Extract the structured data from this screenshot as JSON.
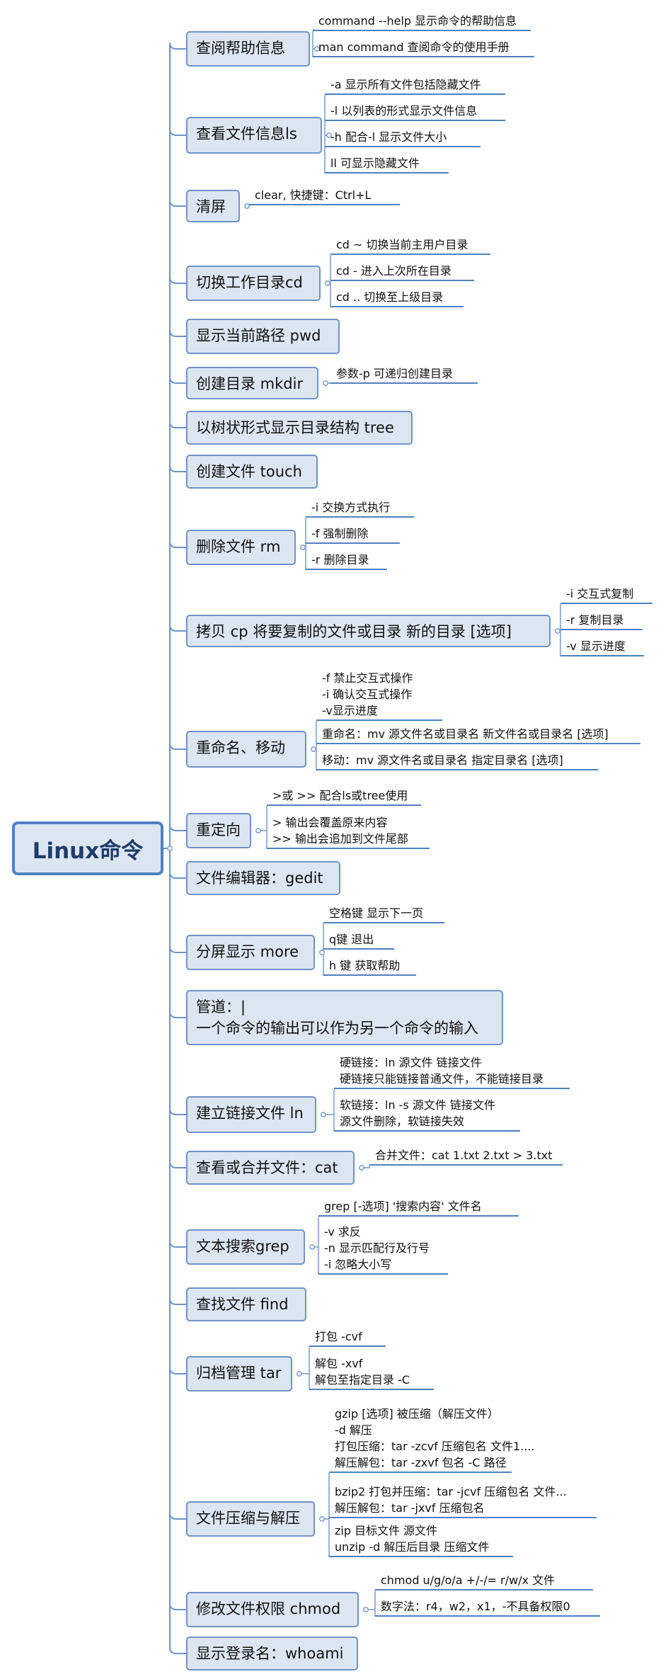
{
  "root": {
    "label": "Linux命令"
  },
  "colors": {
    "node_fill": "#dce6f2",
    "node_border": "#6f93c8",
    "root_border": "#4f81c1",
    "line": "#6f93c8",
    "underline": "#4f81c1"
  },
  "branches": [
    {
      "id": "help",
      "label": [
        "查阅帮助信息"
      ],
      "leaves": [
        [
          "command --help 显示命令的帮助信息"
        ],
        [
          "man command 查阅命令的使用手册"
        ]
      ]
    },
    {
      "id": "ls",
      "label": [
        "查看文件信息ls"
      ],
      "leaves": [
        [
          "-a 显示所有文件包括隐藏文件"
        ],
        [
          "-l 以列表的形式显示文件信息"
        ],
        [
          "-h 配合-l 显示文件大小"
        ],
        [
          "ll 可显示隐藏文件"
        ]
      ]
    },
    {
      "id": "clear",
      "label": [
        "清屏"
      ],
      "leaves": [
        [
          "clear,  快捷键：Ctrl+L"
        ]
      ]
    },
    {
      "id": "cd",
      "label": [
        "切换工作目录cd"
      ],
      "leaves": [
        [
          "cd ~ 切换当前主用户目录"
        ],
        [
          "cd - 进入上次所在目录"
        ],
        [
          "cd .. 切换至上级目录"
        ]
      ]
    },
    {
      "id": "pwd",
      "label": [
        "显示当前路径 pwd"
      ],
      "leaves": []
    },
    {
      "id": "mkdir",
      "label": [
        "创建目录 mkdir"
      ],
      "leaves": [
        [
          "参数-p 可递归创建目录"
        ]
      ]
    },
    {
      "id": "tree",
      "label": [
        "以树状形式显示目录结构 tree"
      ],
      "leaves": []
    },
    {
      "id": "touch",
      "label": [
        "创建文件 touch"
      ],
      "leaves": []
    },
    {
      "id": "rm",
      "label": [
        "删除文件 rm"
      ],
      "leaves": [
        [
          "-i  交换方式执行"
        ],
        [
          "-f 强制删除"
        ],
        [
          "-r 删除目录"
        ]
      ]
    },
    {
      "id": "cp",
      "label": [
        "拷贝 cp 将要复制的文件或目录   新的目录  [选项]"
      ],
      "leaves": [
        [
          "-i 交互式复制"
        ],
        [
          "-r 复制目录"
        ],
        [
          "-v 显示进度"
        ]
      ]
    },
    {
      "id": "mv",
      "label": [
        "重命名、移动"
      ],
      "leaves": [
        [
          "-f 禁止交互式操作",
          "-i 确认交互式操作",
          "-v显示进度"
        ],
        [
          "重命名：mv 源文件名或目录名  新文件名或目录名 [选项]"
        ],
        [
          "移动：mv 源文件名或目录名 指定目录名 [选项]"
        ]
      ]
    },
    {
      "id": "redirect",
      "label": [
        "重定向"
      ],
      "leaves": [
        [
          ">或 >> 配合ls或tree使用"
        ],
        [
          "> 输出会覆盖原来内容",
          ">> 输出会追加到文件尾部"
        ]
      ]
    },
    {
      "id": "gedit",
      "label": [
        "文件编辑器：gedit"
      ],
      "leaves": []
    },
    {
      "id": "more",
      "label": [
        "分屏显示 more"
      ],
      "leaves": [
        [
          "空格键 显示下一页"
        ],
        [
          "q键 退出"
        ],
        [
          "h 键 获取帮助"
        ]
      ]
    },
    {
      "id": "pipe",
      "label": [
        "管道：|",
        "一个命令的输出可以作为另一个命令的输入"
      ],
      "leaves": []
    },
    {
      "id": "ln",
      "label": [
        "建立链接文件 ln"
      ],
      "leaves": [
        [
          "硬链接：ln 源文件  链接文件",
          "硬链接只能链接普通文件，不能链接目录"
        ],
        [
          "软链接：ln -s 源文件  链接文件",
          "源文件删除，软链接失效"
        ]
      ]
    },
    {
      "id": "cat",
      "label": [
        "查看或合并文件：cat"
      ],
      "leaves": [
        [
          "合并文件：cat 1.txt 2.txt > 3.txt"
        ]
      ]
    },
    {
      "id": "grep",
      "label": [
        "文本搜索grep"
      ],
      "leaves": [
        [
          "grep [-选项]   '搜索内容' 文件名"
        ],
        [
          "-v 求反",
          "-n 显示匹配行及行号",
          "-i 忽略大小写"
        ]
      ]
    },
    {
      "id": "find",
      "label": [
        "查找文件 find"
      ],
      "leaves": []
    },
    {
      "id": "tar",
      "label": [
        "归档管理 tar"
      ],
      "leaves": [
        [
          "打包 -cvf"
        ],
        [
          "解包 -xvf",
          "解包至指定目录 -C"
        ]
      ]
    },
    {
      "id": "gzip",
      "label": [
        "文件压缩与解压"
      ],
      "leaves": [
        [
          "gzip [选项]  被压缩（解压文件）",
          "-d  解压",
          "打包压缩：tar -zcvf 压缩包名  文件1....",
          "解压解包：tar -zxvf 包名 -C 路径"
        ],
        [
          "bzip2 打包并压缩：tar -jcvf  压缩包名  文件...",
          "          解压解包：tar -jxvf  压缩包名"
        ],
        [
          "zip  目标文件  源文件",
          "unzip -d 解压后目录  压缩文件"
        ]
      ]
    },
    {
      "id": "chmod",
      "label": [
        "修改文件权限  chmod"
      ],
      "leaves": [
        [
          "chmod  u/g/o/a  +/-/=  r/w/x  文件"
        ],
        [
          "数字法：r4，w2，x1，-不具备权限0"
        ]
      ]
    },
    {
      "id": "whoami",
      "label": [
        "显示登录名：whoami"
      ],
      "leaves": []
    }
  ]
}
